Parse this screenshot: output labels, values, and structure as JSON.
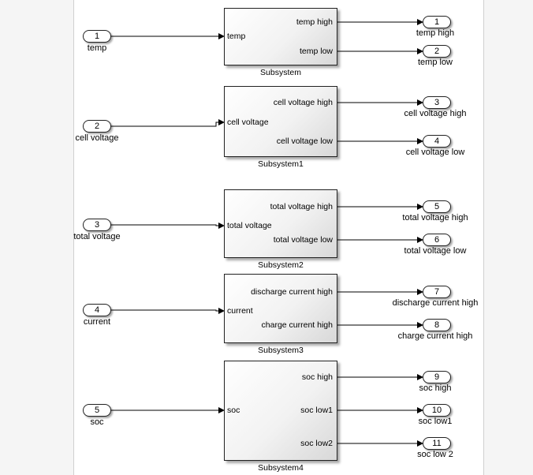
{
  "inports": [
    {
      "number": "1",
      "label": "temp"
    },
    {
      "number": "2",
      "label": "cell voltage"
    },
    {
      "number": "3",
      "label": "total voltage"
    },
    {
      "number": "4",
      "label": "current"
    },
    {
      "number": "5",
      "label": "soc"
    }
  ],
  "subsystems": [
    {
      "name": "Subsystem",
      "input": "temp",
      "outputs": [
        "temp high",
        "temp low"
      ]
    },
    {
      "name": "Subsystem1",
      "input": "cell voltage",
      "outputs": [
        "cell voltage high",
        "cell voltage low"
      ]
    },
    {
      "name": "Subsystem2",
      "input": "total voltage",
      "outputs": [
        "total voltage high",
        "total voltage low"
      ]
    },
    {
      "name": "Subsystem3",
      "input": "current",
      "outputs": [
        "discharge current high",
        "charge current high"
      ]
    },
    {
      "name": "Subsystem4",
      "input": "soc",
      "outputs": [
        "soc high",
        "soc low1",
        "soc low2"
      ]
    }
  ],
  "outports": [
    {
      "number": "1",
      "label": "temp high"
    },
    {
      "number": "2",
      "label": "temp low"
    },
    {
      "number": "3",
      "label": "cell voltage high"
    },
    {
      "number": "4",
      "label": "cell voltage low"
    },
    {
      "number": "5",
      "label": "total voltage high"
    },
    {
      "number": "6",
      "label": "total voltage low"
    },
    {
      "number": "7",
      "label": "discharge current high"
    },
    {
      "number": "8",
      "label": "charge current high"
    },
    {
      "number": "9",
      "label": "soc high"
    },
    {
      "number": "10",
      "label": "soc low1"
    },
    {
      "number": "11",
      "label": "soc low 2"
    }
  ],
  "colors": {
    "wire": "#000000",
    "block_border": "#222222",
    "background": "#ffffff"
  }
}
